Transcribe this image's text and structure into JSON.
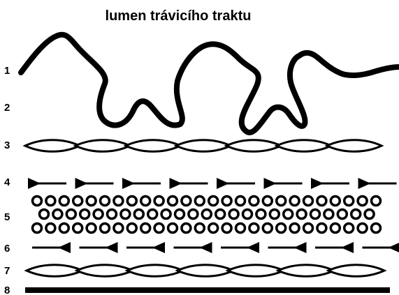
{
  "title": "lumen trávicího traktu",
  "layers": [
    {
      "number": "1"
    },
    {
      "number": "2"
    },
    {
      "number": "3"
    },
    {
      "number": "4"
    },
    {
      "number": "5"
    },
    {
      "number": "6"
    },
    {
      "number": "7"
    },
    {
      "number": "8"
    }
  ],
  "colors": {
    "ink": "#000000",
    "background": "#ffffff"
  }
}
